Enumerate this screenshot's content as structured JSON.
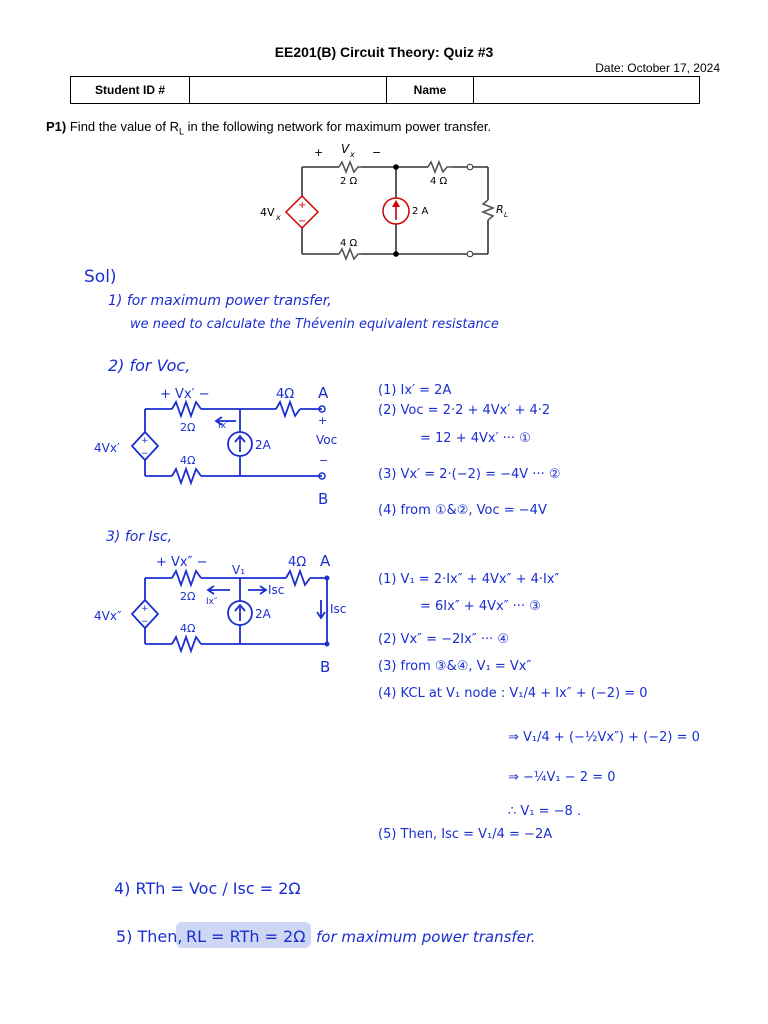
{
  "header": {
    "title": "EE201(B) Circuit Theory: Quiz #3",
    "date": "Date: October 17, 2024",
    "student_id_label": "Student ID #",
    "name_label": "Name"
  },
  "problem": {
    "num": "P1)",
    "text_pre": "Find the value of R",
    "text_sub": "L",
    "text_post": " in the following network for maximum power transfer."
  },
  "circuit": {
    "vx_plus": "+",
    "vx": "V",
    "vx_sub": "x",
    "vx_minus": "−",
    "r_top_left": "2 Ω",
    "r_top_right": "4 Ω",
    "r_bottom": "4 Ω",
    "source_label": "4V",
    "source_sub": "x",
    "src_plus": "+",
    "src_minus": "−",
    "current_label": "2 A",
    "rl": "R",
    "rl_sub": "L"
  },
  "solution": {
    "sol": "Sol)",
    "s1_line1": "1) for maximum power transfer,",
    "s1_line2": "we need to calculate the Thévenin equivalent resistance",
    "s2_head": "2) for Voc,",
    "s2_vx": "+ Vx′ −",
    "s2_r4": "4Ω",
    "s2_A": "A",
    "s2_r2": "2Ω",
    "s2_ix": "Ix′",
    "s2_2a": "2A",
    "s2_src": "4Vx′",
    "s2_rbot": "4Ω",
    "s2_plus": "+",
    "s2_voc": "Voc",
    "s2_minus": "−",
    "s2_B": "B",
    "s2_eq1": "(1) Ix′ = 2A",
    "s2_eq2": "(2) Voc = 2·2 + 4Vx′ + 4·2",
    "s2_eq3": "= 12 + 4Vx′ ··· ①",
    "s2_eq4": "(3) Vx′ = 2·(−2) = −4V ··· ②",
    "s2_eq5": "(4) from ①&②, Voc = −4V",
    "s3_head": "3) for Isc,",
    "s3_vx": "+ Vx″ −",
    "s3_v1": "V₁",
    "s3_r4": "4Ω",
    "s3_A": "A",
    "s3_r2": "2Ω",
    "s3_ix": "Ix″",
    "s3_isc_arrow": "Isc",
    "s3_2a": "2A",
    "s3_src": "4Vx″",
    "s3_rbot": "4Ω",
    "s3_isc": "Isc",
    "s3_B": "B",
    "s3_eq1": "(1) V₁ = 2·Ix″ + 4Vx″ + 4·Ix″",
    "s3_eq2": "= 6Ix″ + 4Vx″ ··· ③",
    "s3_eq3": "(2) Vx″ = −2Ix″ ··· ④",
    "s3_eq4": "(3) from ③&④, V₁ = Vx″",
    "s3_eq5": "(4) KCL at V₁ node :  V₁/4 + Ix″ + (−2) = 0",
    "s3_eq6": "⇒  V₁/4 + (−½Vx″) + (−2) = 0",
    "s3_eq7": "⇒  −¼V₁ − 2 = 0",
    "s3_eq8": "∴ V₁ = −8 .",
    "s3_eq9": "(5) Then, Isc = V₁/4 = −2A",
    "s4": "4) RTh = Voc / Isc = 2Ω",
    "s5_a": "5) Then,",
    "s5_b": "RL = RTh = 2Ω",
    "s5_c": "for maximum power transfer."
  }
}
